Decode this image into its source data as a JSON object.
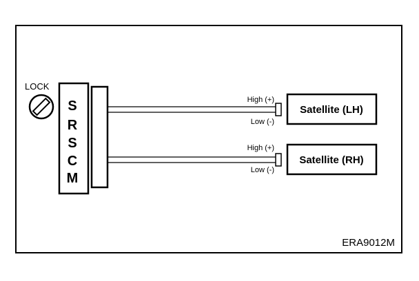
{
  "diagram": {
    "lock_label": "LOCK",
    "module_letters": [
      "S",
      "R",
      "S",
      "C",
      "M"
    ],
    "satellites": [
      {
        "label": "Satellite (LH)",
        "high_label": "High (+)",
        "low_label": "Low (-)"
      },
      {
        "label": "Satellite (RH)",
        "high_label": "High (+)",
        "low_label": "Low (-)"
      }
    ],
    "figure_code": "ERA9012M"
  }
}
